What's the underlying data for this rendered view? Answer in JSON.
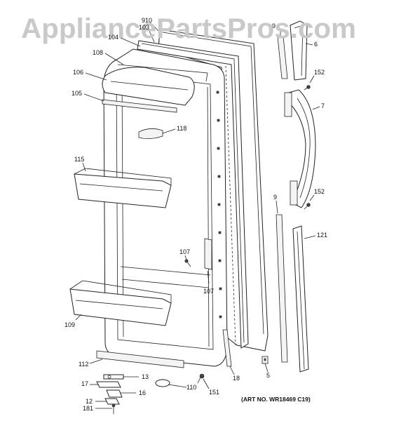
{
  "watermark": "AppliancePartsPros.com",
  "art_number": "(ART NO. WR18469 C19)",
  "callouts": {
    "p910": "910",
    "p103": "103",
    "p104": "104",
    "p108": "108",
    "p106": "106",
    "p105": "105",
    "p118": "118",
    "p115": "115",
    "p107a": "107",
    "p107b": "107",
    "p109": "109",
    "p112": "112",
    "p13": "13",
    "p17": "17",
    "p16": "16",
    "p12": "12",
    "p181": "181",
    "p110": "110",
    "p151": "151",
    "p18": "18",
    "p5": "5",
    "p9a": "9",
    "p6": "6",
    "p152a": "152",
    "p7": "7",
    "p9b": "9",
    "p152b": "152",
    "p121": "121"
  }
}
